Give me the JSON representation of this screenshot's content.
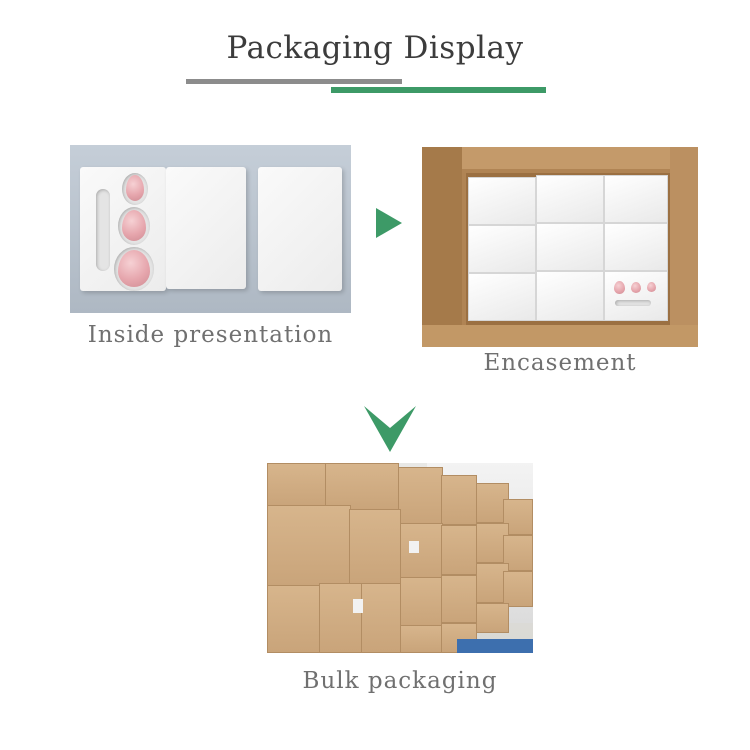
{
  "title": "Packaging Display",
  "accent_color": "#3d9a67",
  "divider_color": "#8c8c8c",
  "sections": {
    "inside": {
      "caption": "Inside presentation"
    },
    "encasement": {
      "caption": "Encasement"
    },
    "bulk": {
      "caption": "Bulk packaging"
    }
  },
  "icons": {
    "right_arrow": "arrow-right-icon",
    "down_arrow": "chevron-down-icon"
  }
}
